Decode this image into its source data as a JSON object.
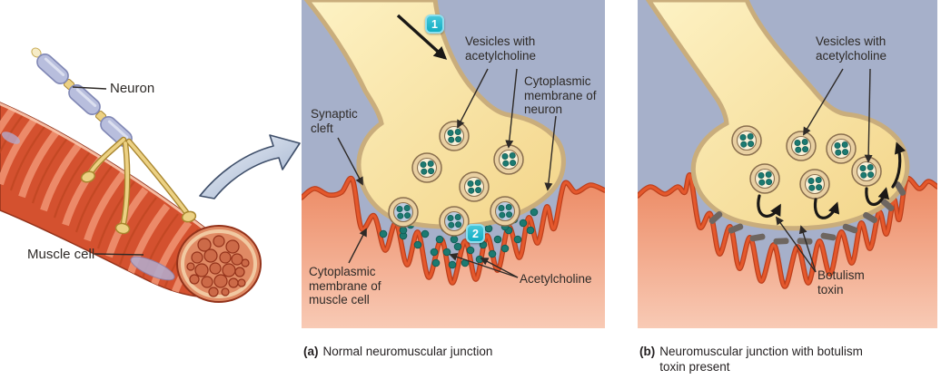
{
  "overview": {
    "neuron_label": "Neuron",
    "muscle_cell_label": "Muscle cell"
  },
  "panel_a": {
    "caption_tag": "(a)",
    "caption_text": "Normal neuromuscular junction",
    "step_1": "1",
    "step_2": "2",
    "label_vesicles": "Vesicles with acetylcholine",
    "label_cytoplasmic_membrane_neuron": "Cytoplasmic membrane of neuron",
    "label_synaptic_cleft": "Synaptic cleft",
    "label_cytoplasmic_membrane_muscle": "Cytoplasmic membrane of muscle cell",
    "label_acetylcholine": "Acetylcholine"
  },
  "panel_b": {
    "caption_tag": "(b)",
    "caption_text": "Neuromuscular junction with botulism toxin present",
    "label_vesicles": "Vesicles with acetylcholine",
    "label_botulism_toxin": "Botulism toxin"
  },
  "colors": {
    "bg_blue": "#a6b0ca",
    "muscle_top": "#ec8760",
    "muscle_bottom": "#f8cab5",
    "membrane_orange": "#e4582c",
    "membrane_dark": "#bc3f1c",
    "axon_light": "#fdf2c4",
    "axon_deep": "#f3d589",
    "axon_border": "#c9ad7c",
    "axon_edge": "#8a6f4e",
    "vesicle_ring": "#e9d0a2",
    "vesicle_cream": "#f8f0d8",
    "vesicle_blue": "#bccbdf",
    "acetylcholine_teal": "#1c7a71",
    "acetylcholine_dark": "#115e57",
    "badge_teal": "#12adc3",
    "badge_light": "#46c8da",
    "badge_border": "#8fdeed",
    "toxin_gray": "#6e6660",
    "ink": "#2e2a27",
    "caption_ink": "#231f20",
    "myelin": "#b8bedd",
    "myelin_edge": "#8087b4",
    "nerve_yellow": "#ecd183",
    "nerve_edge": "#a8852e",
    "muscle_red": "#d4512f",
    "muscle_stripe": "#ee8e6d",
    "muscle_stripe_dark": "#c04723",
    "muscle_highlight": "#f8c6ae",
    "face_fill": "#e08a64",
    "face_ring": "#f1c9a2",
    "fascicle": "#cc6a48",
    "fascicle_edge": "#93321a",
    "vein": "#b4a9c9",
    "arrow3d_light": "#eff3f9",
    "arrow3d_deep": "#9dafcc",
    "arrow3d_edge": "#3f4f6a"
  }
}
